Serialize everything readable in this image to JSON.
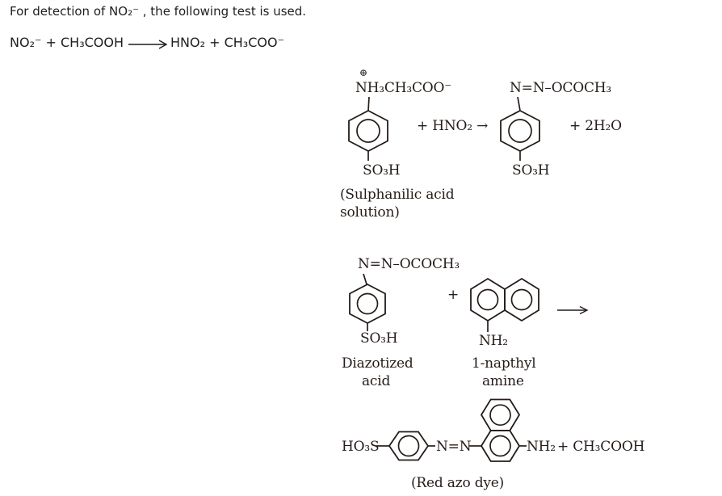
{
  "page": {
    "intro_text": "For detection of NO₂⁻ , the following test is used.",
    "equation": {
      "left": "NO₂⁻ + CH₃COOH",
      "right": "HNO₂ + CH₃COO⁻"
    }
  },
  "scheme1": {
    "sulphanilic": {
      "charge_symbol": "⊕",
      "top_group": "NH₃CH₃COO⁻",
      "bottom_group": "SO₃H",
      "caption_l1": "(Sulphanilic acid",
      "caption_l2": "solution)"
    },
    "reagent": "+ HNO₂ →",
    "diazo_product": {
      "top_group": "N=N–OCOCH₃",
      "bottom_group": "SO₃H"
    },
    "byproduct": "+ 2H₂O"
  },
  "scheme2": {
    "diazotized": {
      "top_group": "N=N–OCOCH₃",
      "bottom_group": "SO₃H",
      "caption_l1": "Diazotized",
      "caption_l2": "acid"
    },
    "plus": "+",
    "naphthylamine": {
      "amine_group": "NH₂",
      "caption_l1": "1-napthyl",
      "caption_l2": "amine"
    }
  },
  "scheme3": {
    "sulfo_group": "HO₃S",
    "azo_link": "N=N",
    "amine_group": "NH₂",
    "byproduct": "+ CH₃COOH",
    "caption": "(Red azo dye)"
  },
  "colors": {
    "text": "#1f1f1f",
    "chem": "#241c18",
    "background": "#ffffff"
  }
}
